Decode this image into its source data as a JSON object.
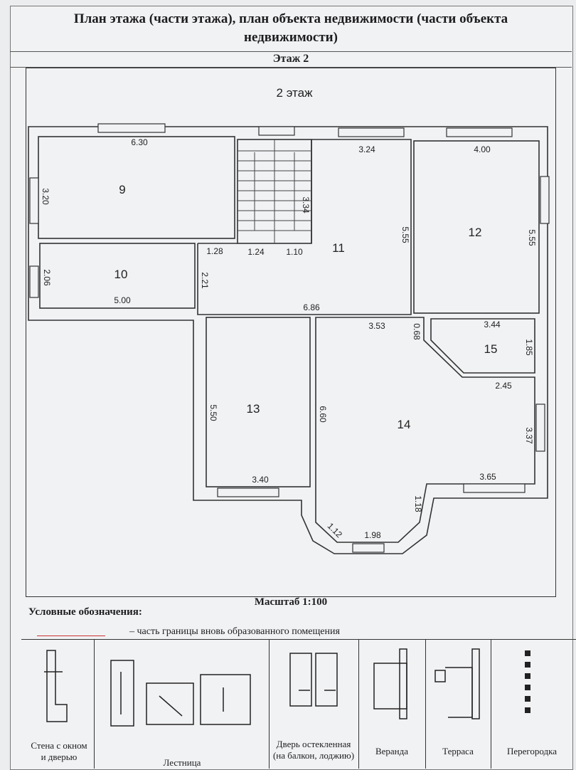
{
  "header": {
    "title_line1": "План этажа (части этажа), план объекта недвижимости (части объекта",
    "title_line2": "недвижимости)",
    "floor": "Этаж 2"
  },
  "plan": {
    "caption": "2 этаж",
    "rooms": {
      "r9": "9",
      "r10": "10",
      "r11": "11",
      "r12": "12",
      "r13": "13",
      "r14": "14",
      "r15": "15"
    },
    "dims": {
      "d630": "6.30",
      "d320": "3.20",
      "d334": "3.34",
      "d324": "3.24",
      "d555a": "5.55",
      "d400": "4.00",
      "d555b": "5.55",
      "d128": "1.28",
      "d124": "1.24",
      "d110": "1.10",
      "d206": "2.06",
      "d221": "2.21",
      "d500": "5.00",
      "d686": "6.86",
      "d353": "3.53",
      "d068": "0.68",
      "d344": "3.44",
      "d185": "1.85",
      "d245": "2.45",
      "d550": "5.50",
      "d660": "6.60",
      "d337": "3.37",
      "d340": "3.40",
      "d365": "3.65",
      "d118": "1.18",
      "d112": "1.12",
      "d198": "1.98"
    }
  },
  "footer": {
    "scale": "Масштаб 1:100",
    "legend_title": "Условные обозначения:",
    "legend_line": "– часть границы вновь образованного помещения",
    "items": {
      "wall": "Стена с окном и дверью",
      "stairs": "Лестница",
      "door": "Дверь остекленная (на балкон, лоджию)",
      "veranda": "Веранда",
      "terrace": "Терраса",
      "partition": "Перегородка"
    }
  },
  "colors": {
    "boundary": "#cc3333",
    "line": "#333333"
  }
}
